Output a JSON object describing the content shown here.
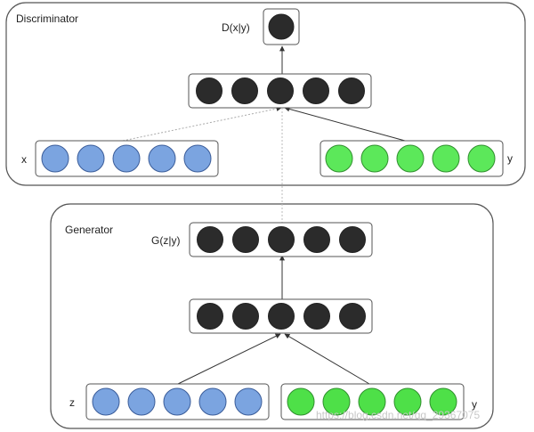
{
  "discriminator": {
    "title": "Discriminator",
    "output_label": "D(x|y)",
    "input_x_label": "x",
    "input_y_label": "y"
  },
  "generator": {
    "title": "Generator",
    "output_label": "G(z|y)",
    "input_z_label": "z",
    "input_y_label": "y"
  },
  "watermark": "https://blog.csdn.net/qq_29367075",
  "colors": {
    "dark_node": "#2b2b2b",
    "blue_node": "#7ba4e0",
    "green_node": "#5ce85a",
    "green_node_generator": "#4ee048",
    "panel_border": "#555555",
    "edge": "#333333"
  }
}
